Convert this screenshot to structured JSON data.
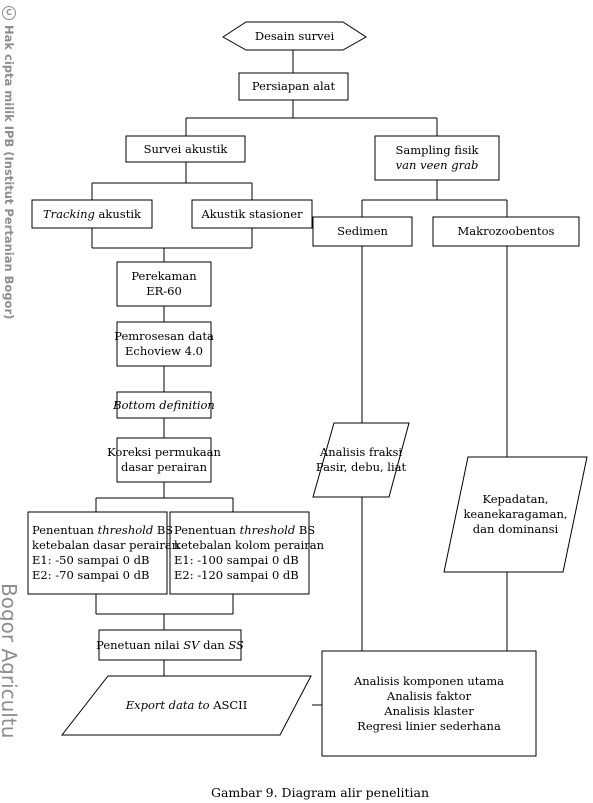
{
  "watermark": {
    "copyright_symbol": "C",
    "holder": "Hak cipta milik IPB (Institut Pertanian Bogor)",
    "institution": "Bogor Agricultu"
  },
  "nodes": {
    "desain_survei": "Desain survei",
    "persiapan_alat": "Persiapan alat",
    "survei_akustik": "Survei akustik",
    "sampling_fisik": {
      "line1": "Sampling fisik",
      "line2": "van veen grab"
    },
    "tracking_akustik": {
      "italic": "Tracking",
      "rest": " akustik"
    },
    "akustik_stasioner": "Akustik stasioner",
    "sedimen": "Sedimen",
    "makrozoobentos": "Makrozoobentos",
    "perekaman": {
      "line1": "Perekaman",
      "line2": "ER-60"
    },
    "pemrosesan": {
      "line1": "Pemrosesan data",
      "line2": "Echoview 4.0"
    },
    "bottom_definition": "Bottom definition",
    "koreksi": {
      "line1": "Koreksi permukaan",
      "line2": "dasar perairan"
    },
    "analisis_fraksi": {
      "line1": "Analisis fraksi",
      "line2": "Pasir, debu, liat"
    },
    "kepadatan": {
      "line1": "Kepadatan,",
      "line2": "keanekaragaman,",
      "line3": "dan dominansi"
    },
    "threshold_dasar": {
      "prefix": "Penentuan ",
      "italic": "threshold",
      "suffix": " BS",
      "line2": "ketebalan dasar perairan",
      "line3": "E1: -50 sampai 0 dB",
      "line4": "E2: -70 sampai 0 dB"
    },
    "threshold_kolom": {
      "prefix": "Penentuan ",
      "italic": "threshold",
      "suffix": " BS",
      "line2": "ketebalan kolom perairan",
      "line3": "E1: -100 sampai 0 dB",
      "line4": "E2: -120 sampai 0 dB"
    },
    "nilai_sv_ss": {
      "prefix": "Penetuan nilai ",
      "sv": "SV",
      "mid": " dan ",
      "ss": "SS"
    },
    "export_data": {
      "italic": "Export data to",
      "rest": " ASCII"
    },
    "analisis": {
      "line1": "Analisis komponen utama",
      "line2": "Analisis faktor",
      "line3": "Analisis klaster",
      "line4": "Regresi linier sederhana"
    }
  },
  "caption": "Gambar 9. Diagram alir penelitian"
}
